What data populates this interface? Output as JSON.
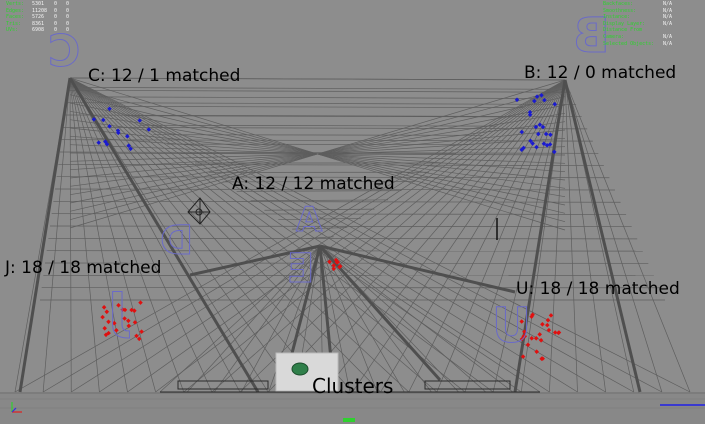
{
  "hud_left": [
    {
      "key": "Verts:",
      "value": "5301",
      "c1": "0",
      "c2": "0"
    },
    {
      "key": "Edges:",
      "value": "11208",
      "c1": "0",
      "c2": "0"
    },
    {
      "key": "Faces:",
      "value": "5726",
      "c1": "0",
      "c2": "0"
    },
    {
      "key": "Tris:",
      "value": "8361",
      "c1": "0",
      "c2": "0"
    },
    {
      "key": "UVs:",
      "value": "6908",
      "c1": "0",
      "c2": "0"
    }
  ],
  "hud_right": [
    {
      "key": "Backfaces:",
      "value": "N/A"
    },
    {
      "key": "Smoothness:",
      "value": "N/A"
    },
    {
      "key": "Instance:",
      "value": "N/A"
    },
    {
      "key": "Display Layer:",
      "value": "N/A"
    },
    {
      "key": "Distance From Camera:",
      "value": "N/A"
    },
    {
      "key": "Selected Objects:",
      "value": "N/A"
    }
  ],
  "labels": {
    "c": "C: 12 / 1 matched",
    "b": "B: 12 / 0 matched",
    "a": "A: 12 / 12 matched",
    "j": "J: 18 / 18 matched",
    "u": "U: 18 / 18 matched",
    "clusters": "Clusters"
  },
  "letters": {
    "c": "C",
    "b": "B",
    "a": "A",
    "d": "D",
    "e": "E",
    "j": "J",
    "u": "U"
  },
  "colors": {
    "background": "#8d8d8d",
    "wire": "#5c5c5c",
    "blue_markers": "#1a1ad0",
    "red_markers": "#e01010",
    "hud_green": "#2fd12f",
    "letter_outline": "#6a6ac8"
  },
  "icons": {
    "axis": "axis-gizmo-icon",
    "camera": "camera-locator-icon"
  }
}
